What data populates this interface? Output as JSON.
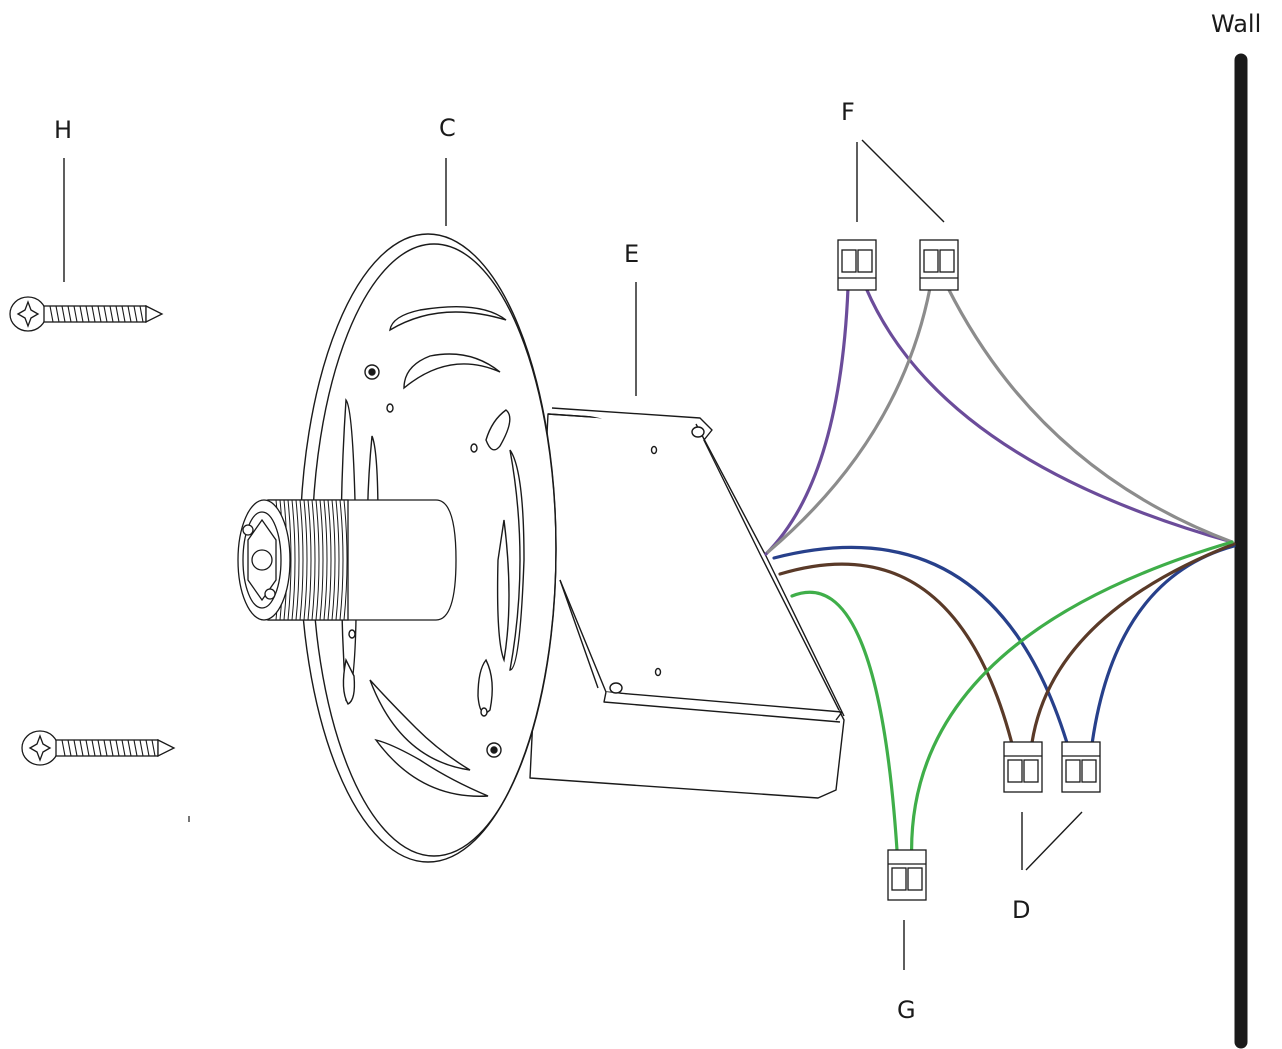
{
  "labels": {
    "wall": "Wall",
    "h": "H",
    "c": "C",
    "e": "E",
    "f": "F",
    "d": "D",
    "g": "G"
  },
  "wire_colors": {
    "purple": "#6b4c9a",
    "gray": "#8c8c8c",
    "blue": "#27408b",
    "brown": "#5a3a28",
    "green": "#3fae49"
  },
  "line_color": "#1a1a1a"
}
